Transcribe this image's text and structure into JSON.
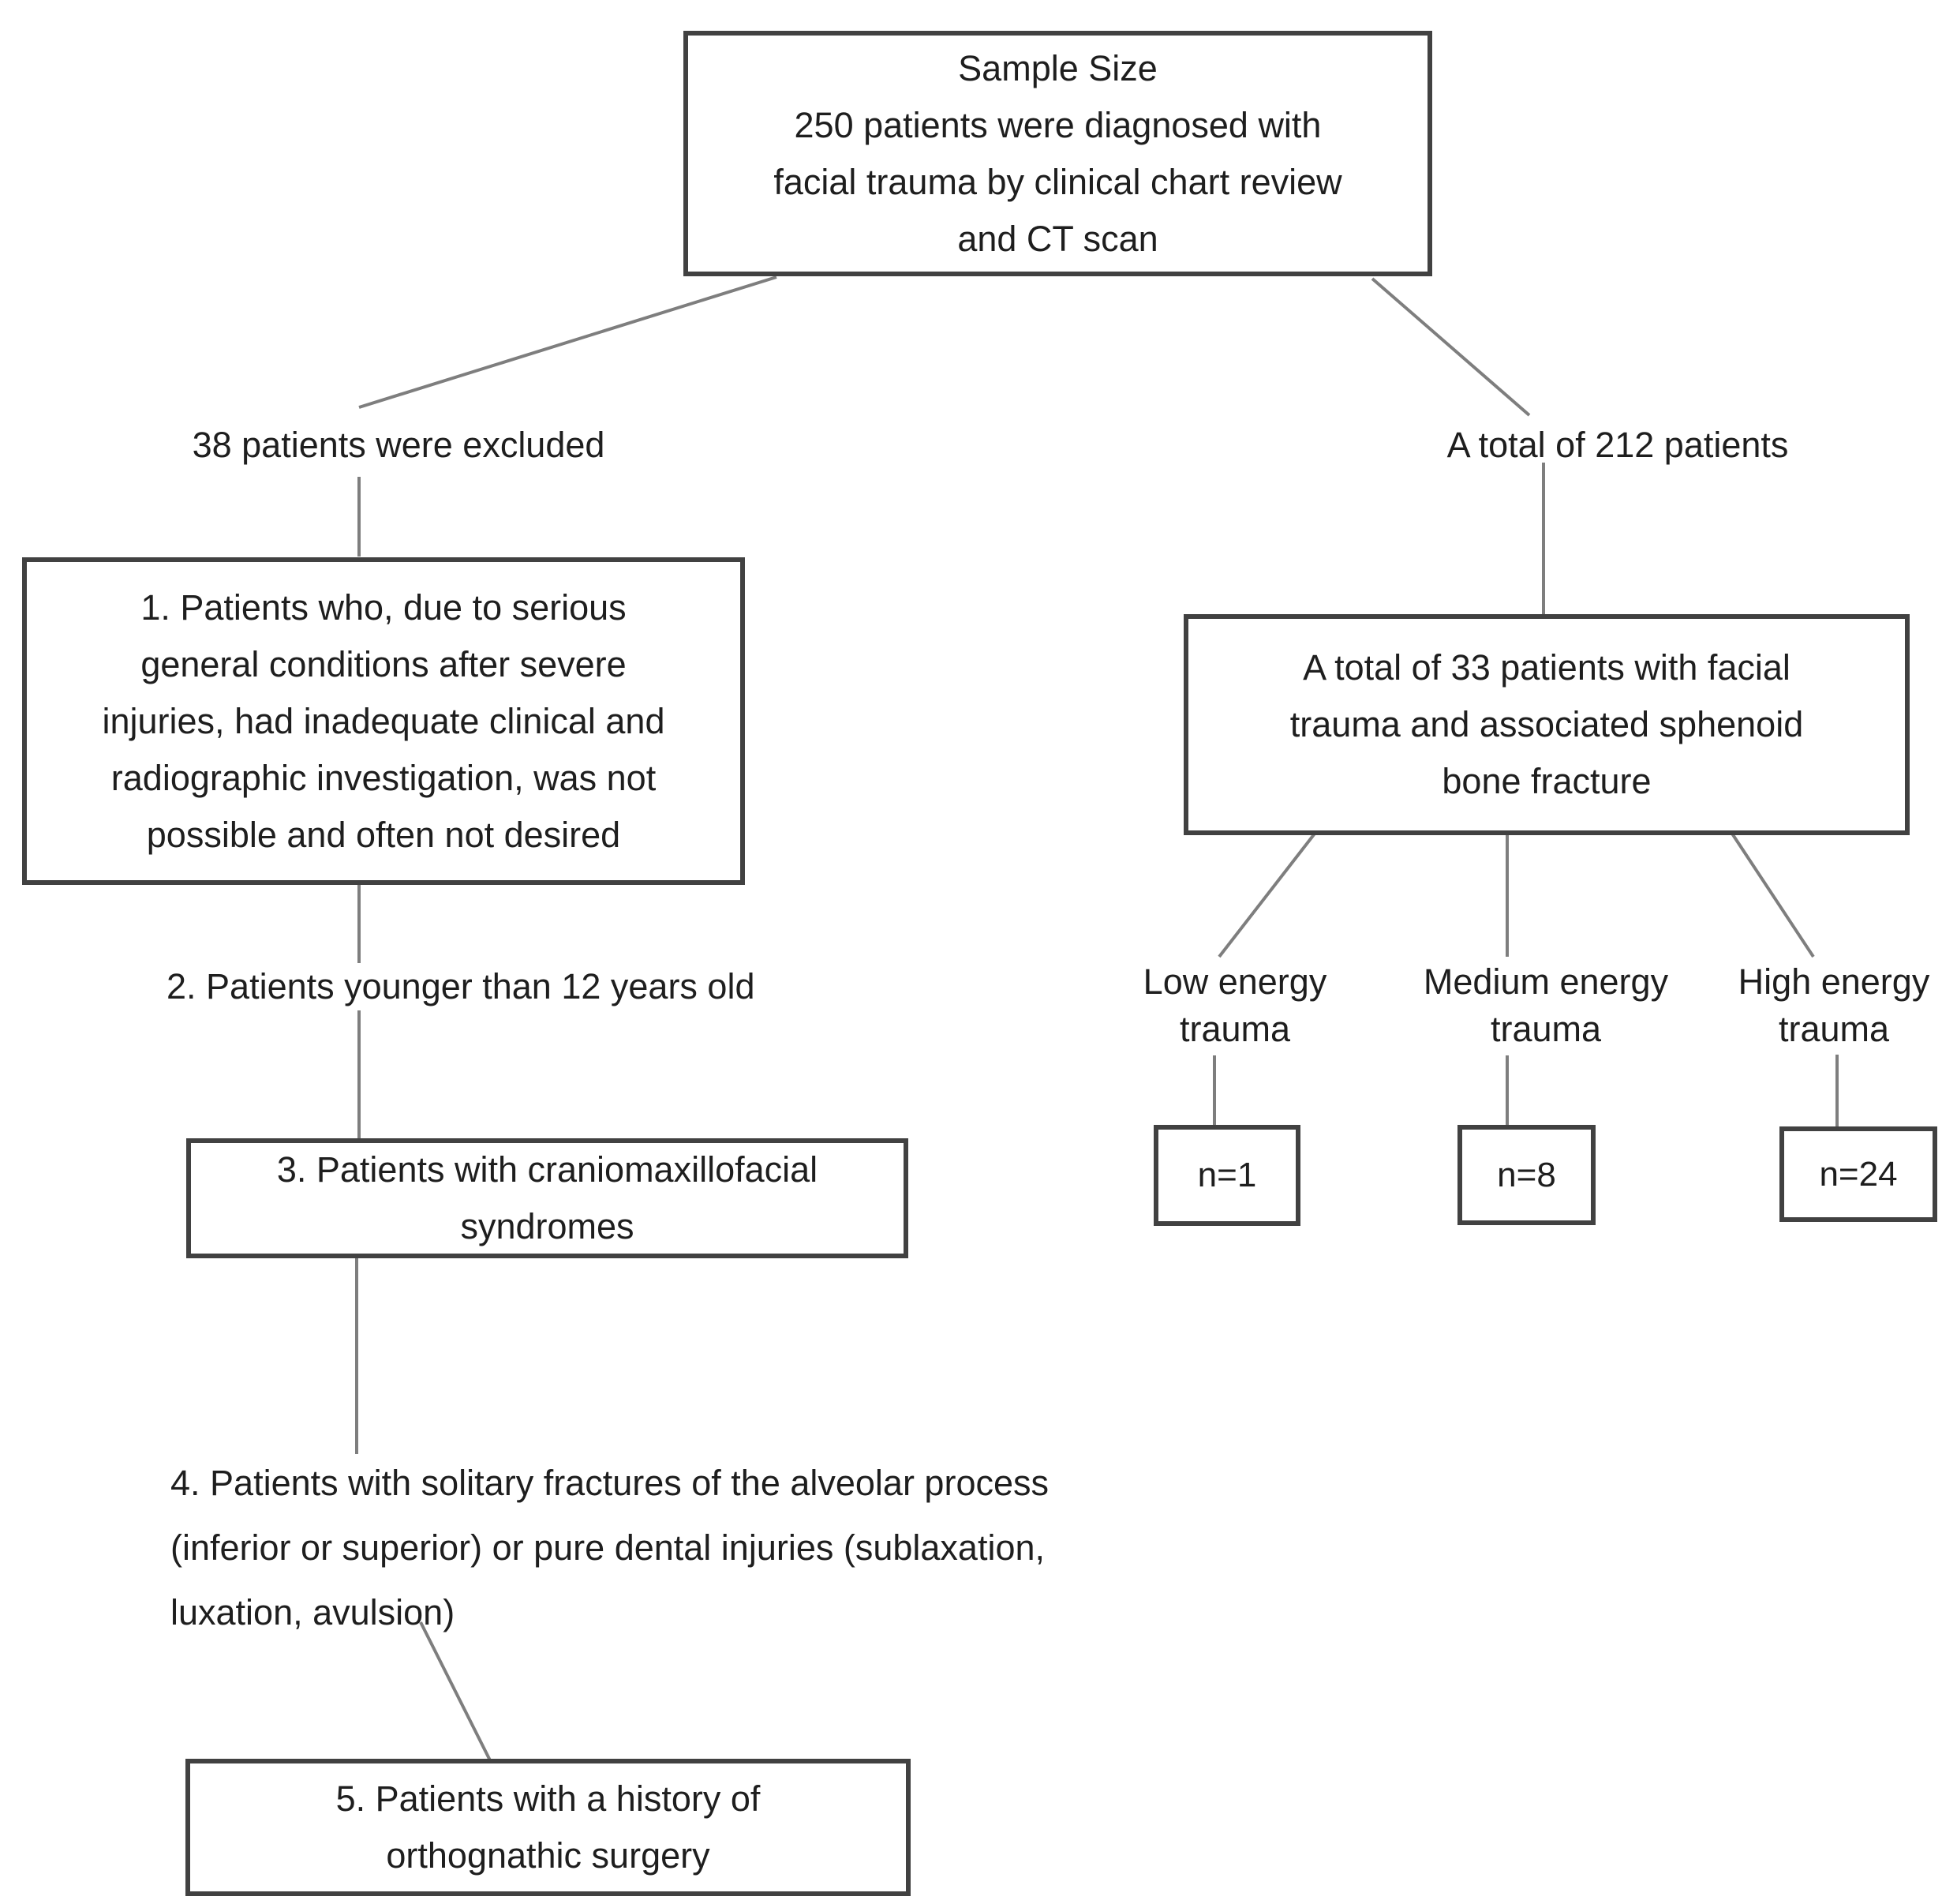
{
  "nodes": {
    "sample_size": {
      "text": "Sample Size\n250 patients were diagnosed with\nfacial trauma by clinical chart review\nand CT scan"
    },
    "excluded": {
      "text": "38 patients were excluded"
    },
    "included": {
      "text": "A total of 212 patients"
    },
    "exclusion_1": {
      "text": "1. Patients who, due to serious\ngeneral conditions after severe\ninjuries, had inadequate clinical and\nradiographic investigation, was not\npossible and often not desired"
    },
    "exclusion_2": {
      "text": "2. Patients younger than 12 years old"
    },
    "exclusion_3": {
      "text": "3. Patients with craniomaxillofacial\nsyndromes"
    },
    "exclusion_4": {
      "text": "4. Patients with solitary fractures of the alveolar process\n(inferior or superior) or pure dental injuries (sublaxation,\nluxation, avulsion)"
    },
    "exclusion_5": {
      "text": "5. Patients with a history of\northognathic surgery"
    },
    "sphenoid": {
      "text": "A total of 33 patients with facial\ntrauma and associated sphenoid\nbone fracture"
    },
    "low_energy": {
      "label": "Low energy\ntrauma",
      "count": "n=1"
    },
    "medium_energy": {
      "label": "Medium energy\ntrauma",
      "count": "n=8"
    },
    "high_energy": {
      "label": "High energy\ntrauma",
      "count": "n=24"
    }
  },
  "colors": {
    "background": "#ffffff",
    "box_border": "#414141",
    "connector": "#7e7e7e",
    "text": "#1e1e1e"
  }
}
